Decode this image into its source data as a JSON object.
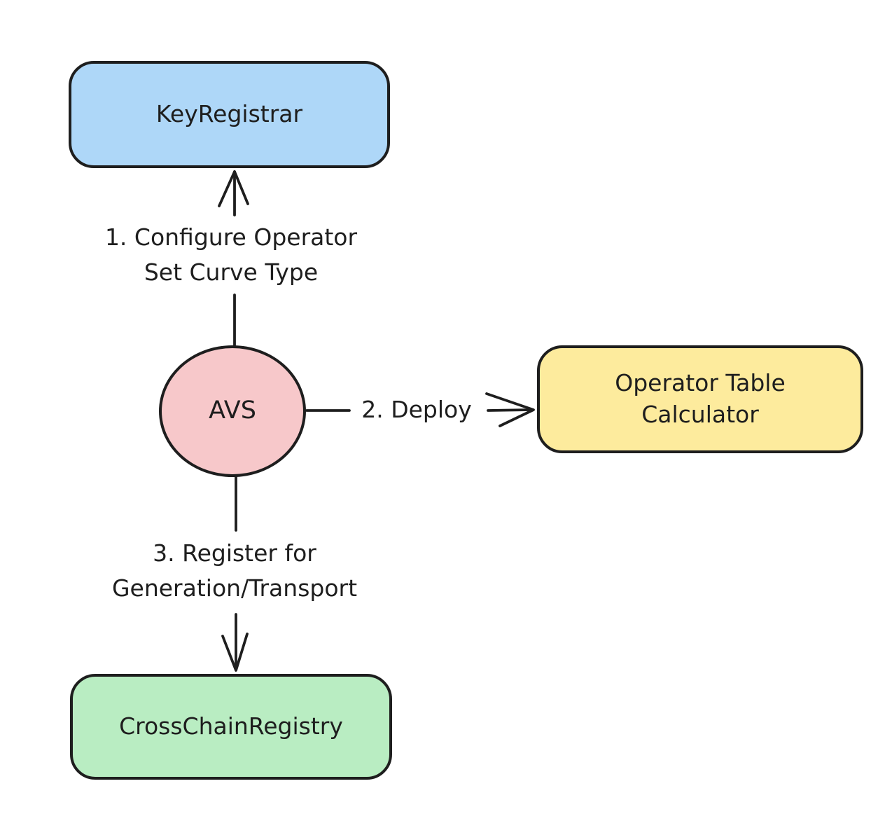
{
  "diagram": {
    "background": "#ffffff",
    "stroke_color": "#1e1e1e",
    "nodes": {
      "key_registrar": {
        "label": "KeyRegistrar",
        "fill": "#aed7f8",
        "shape": "rounded-rectangle"
      },
      "avs": {
        "label": "AVS",
        "fill": "#f7c8ca",
        "shape": "ellipse"
      },
      "operator_table_calculator": {
        "label": "Operator Table Calculator",
        "fill": "#fdeb9d",
        "shape": "rounded-rectangle"
      },
      "cross_chain_registry": {
        "label": "CrossChainRegistry",
        "fill": "#b9edc2",
        "shape": "rounded-rectangle"
      }
    },
    "edges": {
      "configure": {
        "from": "avs",
        "to": "key_registrar",
        "label": "1. Configure Operator\nSet Curve Type",
        "direction": "up"
      },
      "deploy": {
        "from": "avs",
        "to": "operator_table_calculator",
        "label": "2. Deploy",
        "direction": "right"
      },
      "register": {
        "from": "avs",
        "to": "cross_chain_registry",
        "label": "3. Register for\nGeneration/Transport",
        "direction": "down"
      }
    }
  }
}
